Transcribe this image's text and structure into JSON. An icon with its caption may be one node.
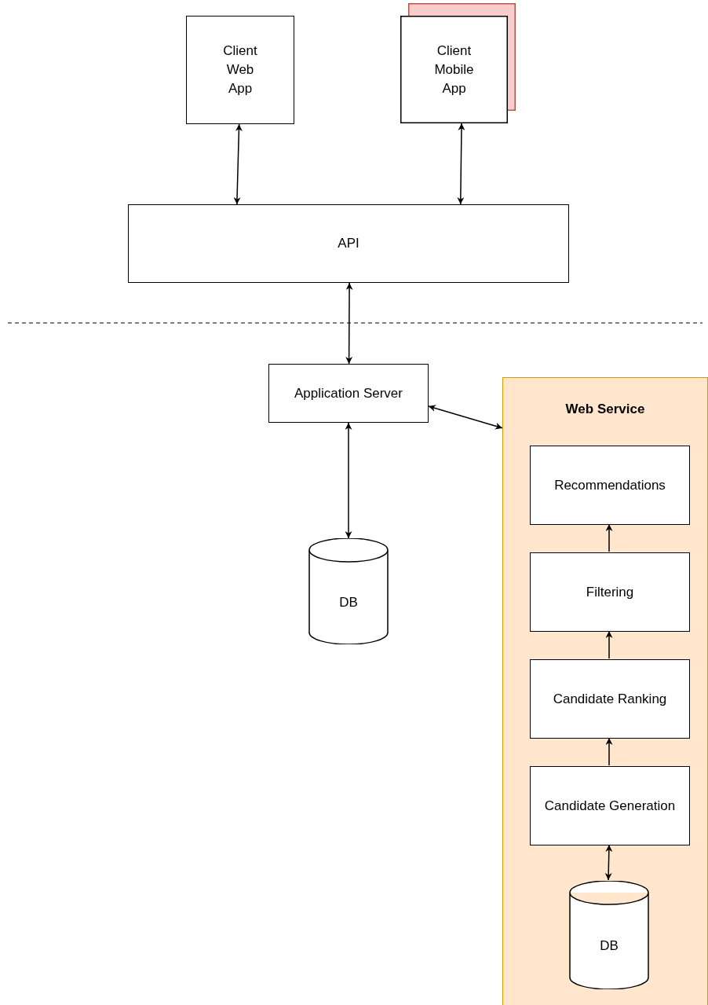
{
  "diagram": {
    "nodes": [
      {
        "text": [
          "Client Web App"
        ]
      },
      {
        "text": [
          "Client Mobile App"
        ]
      },
      {
        "text": [
          "API"
        ]
      },
      {
        "text": [
          "Application Server"
        ]
      },
      {
        "text": [
          "DB"
        ]
      },
      {
        "text": [
          "Web Service"
        ]
      },
      {
        "text": [
          "Recommendations"
        ],
        "in": 5
      },
      {
        "text": [
          "Filtering"
        ],
        "in": 5
      },
      {
        "text": [
          "Candidate Ranking"
        ],
        "in": 5
      },
      {
        "text": [
          "Candidate Generation"
        ],
        "in": 5
      },
      {
        "text": [
          "DB"
        ],
        "in": 5
      }
    ],
    "edges": [
      {
        "from": 0,
        "to": 2,
        "arrow": "both"
      },
      {
        "from": 1,
        "to": 2,
        "arrow": "both"
      },
      {
        "from": 2,
        "to": 3,
        "arrow": "both"
      },
      {
        "from": 3,
        "to": 5,
        "arrow": "both"
      },
      {
        "from": 3,
        "to": 4,
        "arrow": "both"
      },
      {
        "from": 7,
        "to": 6,
        "arrow": "to"
      },
      {
        "from": 8,
        "to": 7,
        "arrow": "to"
      },
      {
        "from": 9,
        "to": 8,
        "arrow": "to"
      },
      {
        "from": 9,
        "to": 10,
        "arrow": "both"
      }
    ]
  }
}
